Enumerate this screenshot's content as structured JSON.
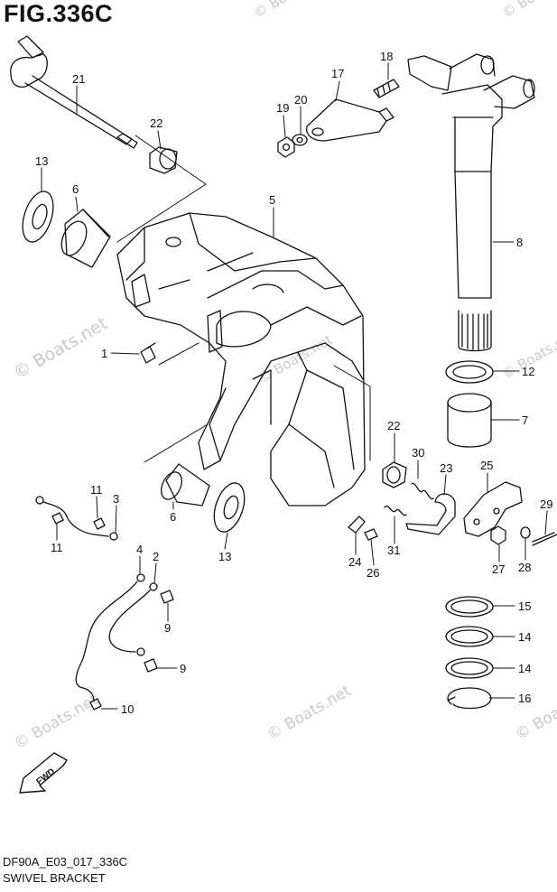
{
  "figure_title": "FIG.336C",
  "footer": {
    "code": "DF90A_E03_017_336C",
    "name": "SWIVEL BRACKET"
  },
  "watermarks": [
    "© Boats.net",
    "© Boats.net",
    "© Boats.net",
    "© Boats.net",
    "© Boats.net",
    "© Boats.net",
    "© Boats.net",
    "© Boats.net"
  ],
  "direction_badge": "FWD",
  "callouts": [
    "21",
    "22",
    "13",
    "6",
    "5",
    "1",
    "17",
    "18",
    "19",
    "20",
    "8",
    "12",
    "7",
    "22",
    "30",
    "23",
    "25",
    "29",
    "11",
    "3",
    "11",
    "6",
    "13",
    "24",
    "26",
    "31",
    "27",
    "28",
    "4",
    "2",
    "9",
    "9",
    "10",
    "15",
    "14",
    "14",
    "16"
  ],
  "colors": {
    "line": "#111111",
    "watermark": "#c9c9c9",
    "background": "#ffffff"
  }
}
